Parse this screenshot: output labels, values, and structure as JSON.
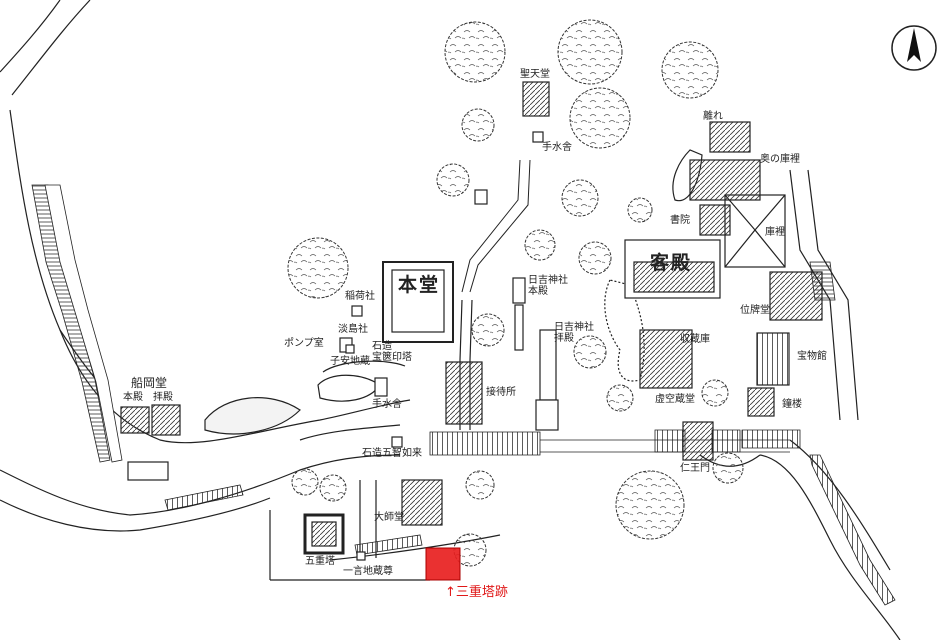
{
  "map": {
    "labels": {
      "hondo": "本堂",
      "kyakuden": "客殿",
      "shotendo": "聖天堂",
      "chozuya_north": "手水舎",
      "hanare": "離れ",
      "oku_no_kuri": "奥の庫裡",
      "shoin": "書院",
      "kuri": "庫裡",
      "inari_sha": "稲荷社",
      "awashima_sha": "淡島社",
      "pump_room": "ポンプ室",
      "sekizo_hokyoin_to": "石造\n宝篋印塔",
      "koyasu_jizo": "子安地蔵",
      "funaoka_do": "船岡堂",
      "honden": "本殿",
      "haiden": "拝殿",
      "chozuya_south": "手水舎",
      "hie_honden": "日吉神社\n本殿",
      "hie_haiden": "日吉神社\n拝殿",
      "settaisho": "接待所",
      "shuzoko": "収蔵庫",
      "ihaido": "位牌堂",
      "homotsukan": "宝物館",
      "kokuzo_zodo": "虚空蔵堂",
      "shoro": "鐘楼",
      "sekizo_gochi_nyorai": "石造五智如来",
      "niomon": "仁王門",
      "daishido": "大師堂",
      "gojunoto": "五重塔",
      "ichigon_jizoson": "一言地蔵尊",
      "sanjunoto_ato": "↑三重塔跡"
    },
    "highlight_color": "#e82020",
    "icons": [
      "north-arrow-icon"
    ]
  }
}
